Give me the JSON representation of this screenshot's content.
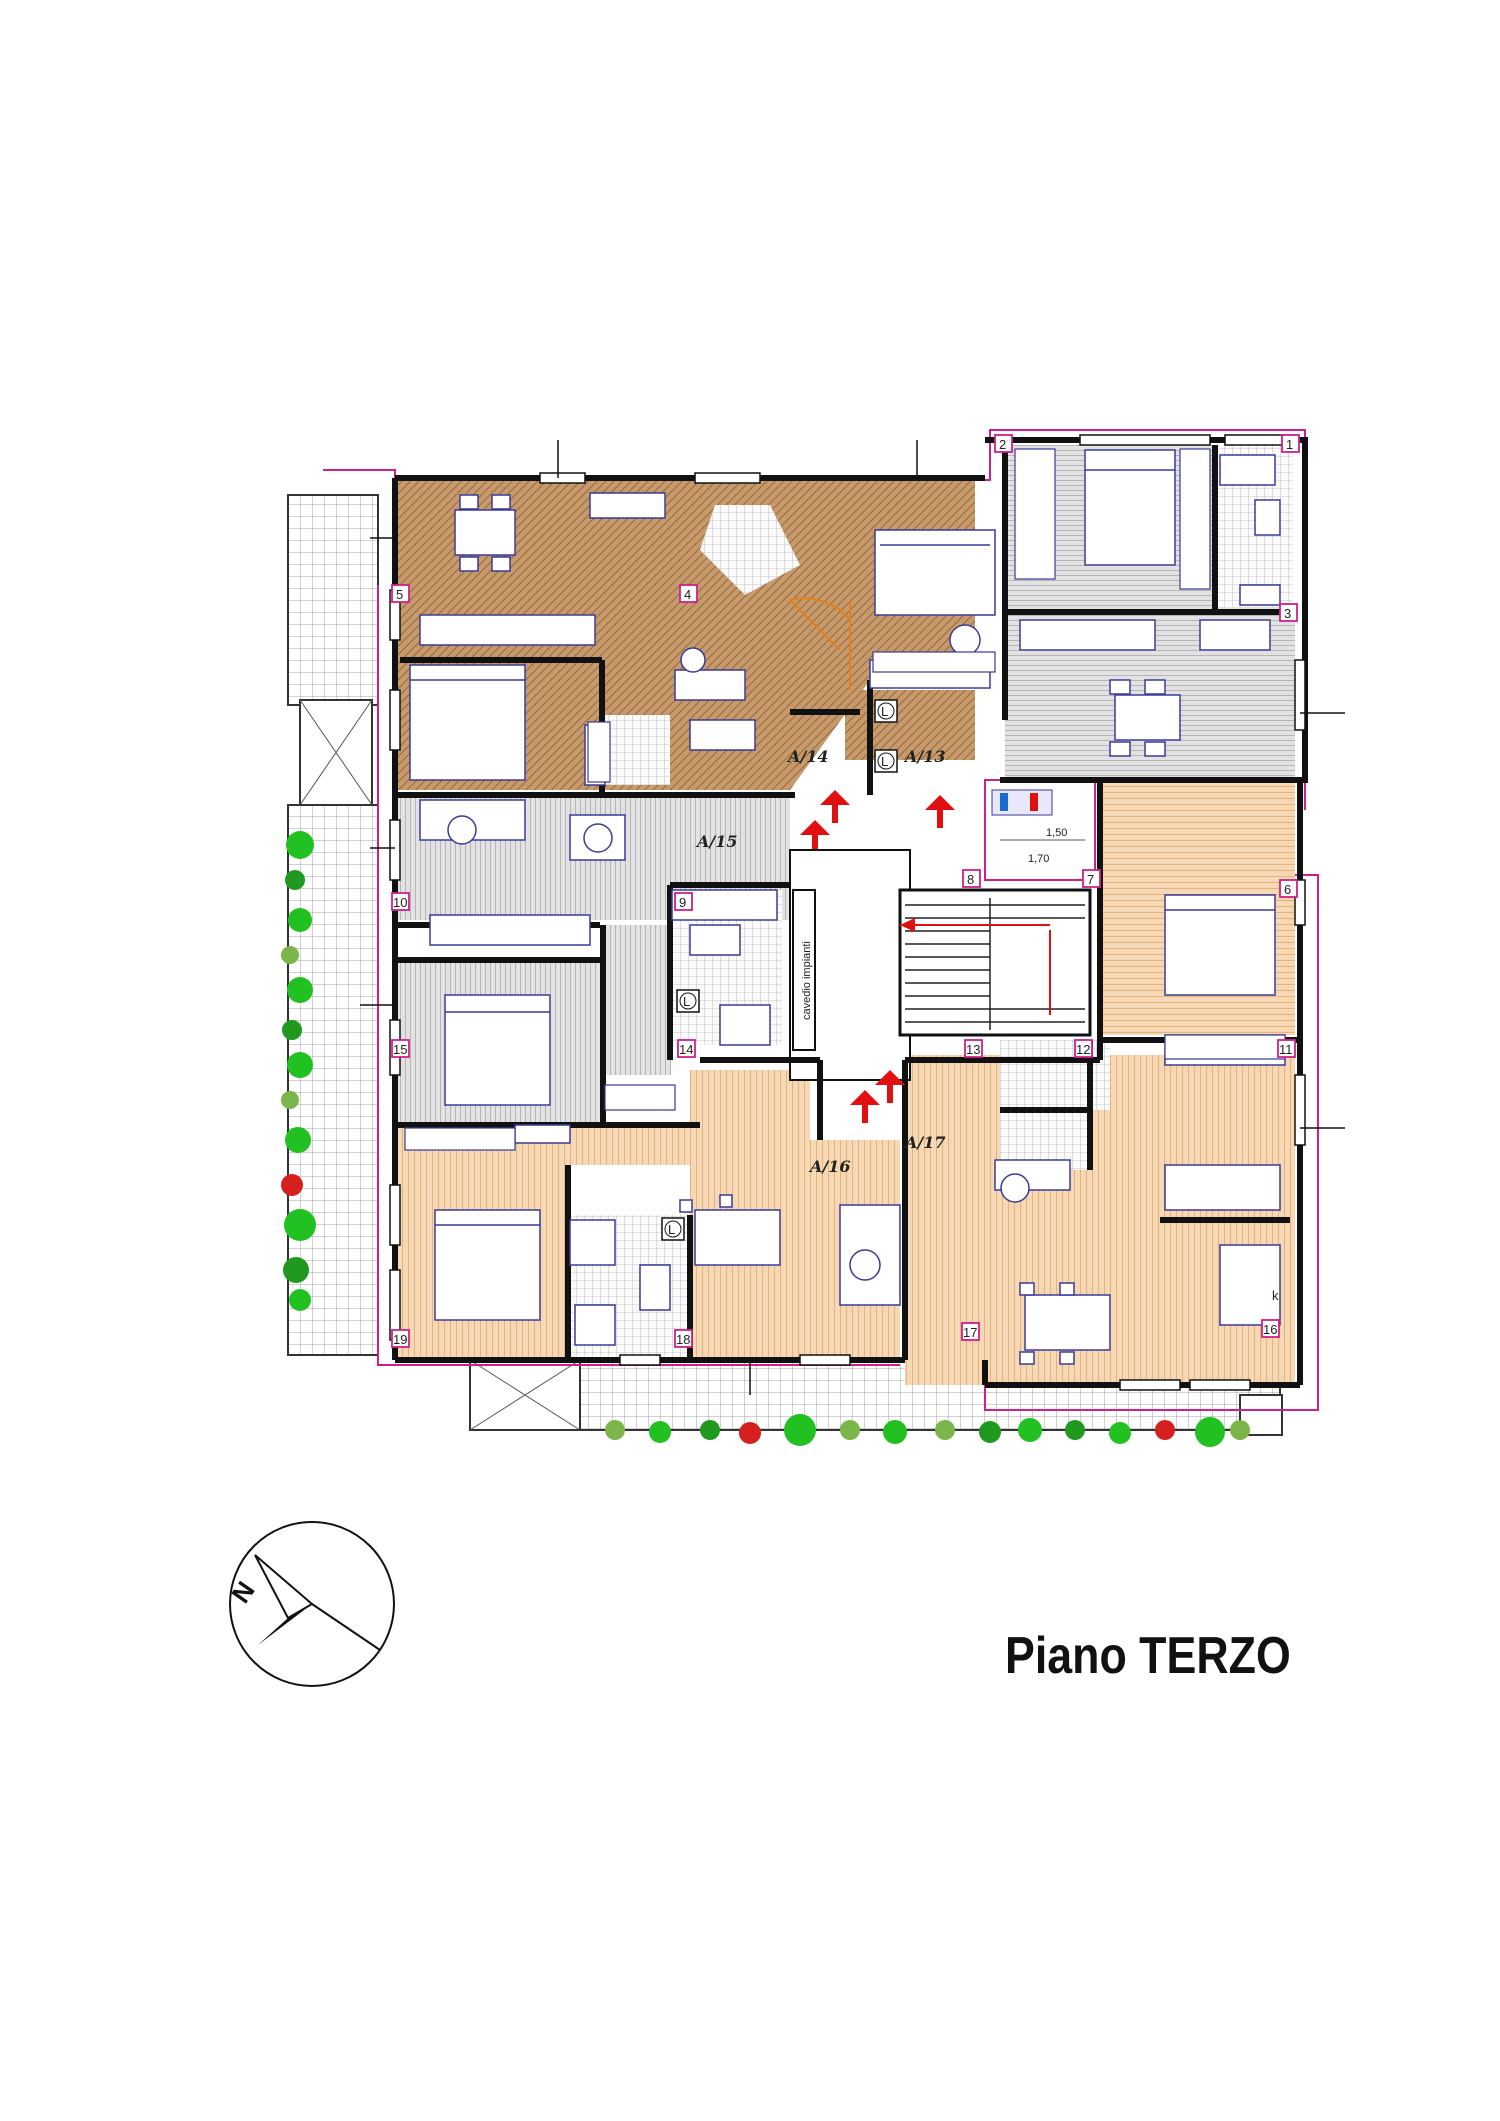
{
  "title": "Piano TERZO",
  "units": [
    "A/14",
    "A/13",
    "A/15",
    "A/16",
    "A/17"
  ],
  "compass_label": "N",
  "shaft_label": "cavedio impianti",
  "dimensions": [
    "1,50",
    "1,70"
  ],
  "point_labels": [
    "1",
    "2",
    "3",
    "4",
    "5",
    "6",
    "7",
    "8",
    "9",
    "10",
    "11",
    "12",
    "13",
    "14",
    "15",
    "16",
    "17",
    "18",
    "19"
  ],
  "kitchen_mark": "k",
  "laundry_mark": "L",
  "colors": {
    "wall": "#111111",
    "boundary": "#d0208a",
    "wood_dark": "#b98a5e",
    "wood_light": "#f2cfa2",
    "gray_floor": "#c9c9c9",
    "furniture": "#3a3a9a",
    "plants": "#22c122",
    "flowers": "#d62020",
    "arrows": "#e01010"
  }
}
